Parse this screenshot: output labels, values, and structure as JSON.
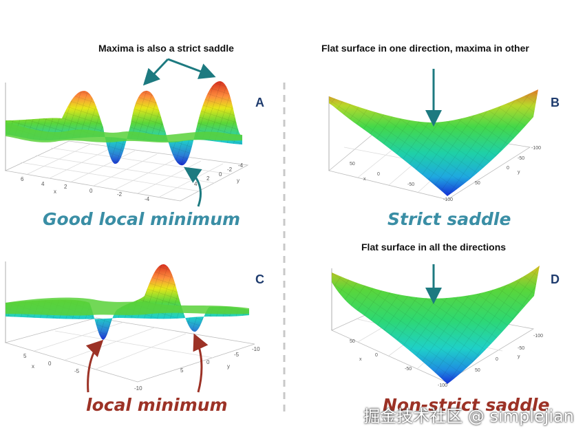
{
  "panels": {
    "a": {
      "letter": "A",
      "top_caption": "Maxima is also a strict saddle",
      "bottom_label": "Good local minimum",
      "x_axis_label": "x",
      "y_axis_label": "y",
      "x_ticks": [
        "6",
        "4",
        "2",
        "0",
        "-2",
        "-4"
      ],
      "y_ticks": [
        "4",
        "2",
        "0",
        "-2",
        "-4"
      ]
    },
    "b": {
      "letter": "B",
      "top_caption": "Flat surface in one direction, maxima in other",
      "bottom_label": "Strict saddle",
      "x_axis_label": "x",
      "y_axis_label": "y",
      "x_ticks": [
        "50",
        "0",
        "-50",
        "-100"
      ],
      "y_ticks": [
        "-100",
        "-50",
        "0",
        "50"
      ]
    },
    "c": {
      "letter": "C",
      "bottom_label": "local minimum",
      "x_axis_label": "x",
      "y_axis_label": "y",
      "x_ticks": [
        "5",
        "0",
        "-5",
        "-10"
      ],
      "y_ticks": [
        "-10",
        "-5",
        "0",
        "5"
      ]
    },
    "d": {
      "letter": "D",
      "top_caption": "Flat surface in all the directions",
      "bottom_label": "Non-strict saddle",
      "x_axis_label": "x",
      "y_axis_label": "y",
      "x_ticks": [
        "50",
        "0",
        "-50",
        "-100"
      ],
      "y_ticks": [
        "-100",
        "-50",
        "0",
        "50"
      ]
    }
  },
  "colors": {
    "teal_label": "#3a8ea5",
    "teal_arrow": "#1d7a80",
    "red_label": "#9c3226",
    "red_arrow": "#9c3226",
    "letter": "#1f3c6e",
    "divider": "#c8c8c8"
  },
  "watermark": "掘金技术社区 @ simplejian"
}
